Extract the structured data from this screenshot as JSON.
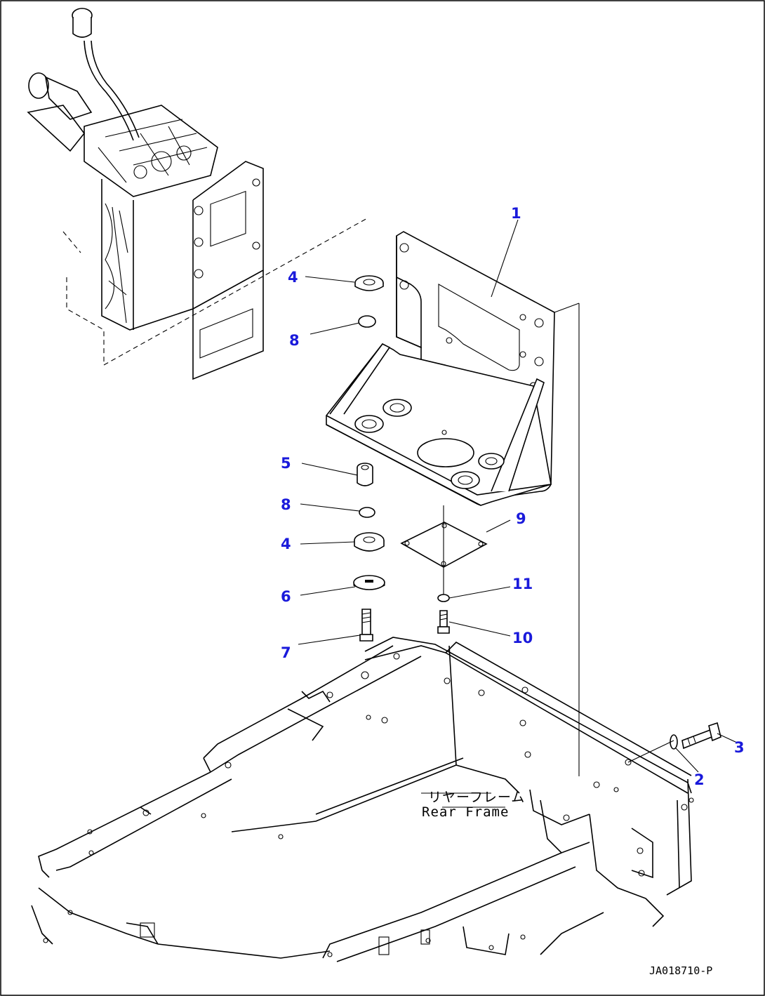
{
  "diagram": {
    "drawing_id": "JA018710-P",
    "frame_label_jp": "リヤーフレーム",
    "frame_label_en": "Rear Frame",
    "callout_color": "#1a1adb",
    "callouts": [
      {
        "id": "c1",
        "label": "1"
      },
      {
        "id": "c2",
        "label": "2"
      },
      {
        "id": "c3",
        "label": "3"
      },
      {
        "id": "c4a",
        "label": "4"
      },
      {
        "id": "c4b",
        "label": "4"
      },
      {
        "id": "c5",
        "label": "5"
      },
      {
        "id": "c6",
        "label": "6"
      },
      {
        "id": "c7",
        "label": "7"
      },
      {
        "id": "c8a",
        "label": "8"
      },
      {
        "id": "c8b",
        "label": "8"
      },
      {
        "id": "c9",
        "label": "9"
      },
      {
        "id": "c10",
        "label": "10"
      },
      {
        "id": "c11",
        "label": "11"
      }
    ]
  }
}
